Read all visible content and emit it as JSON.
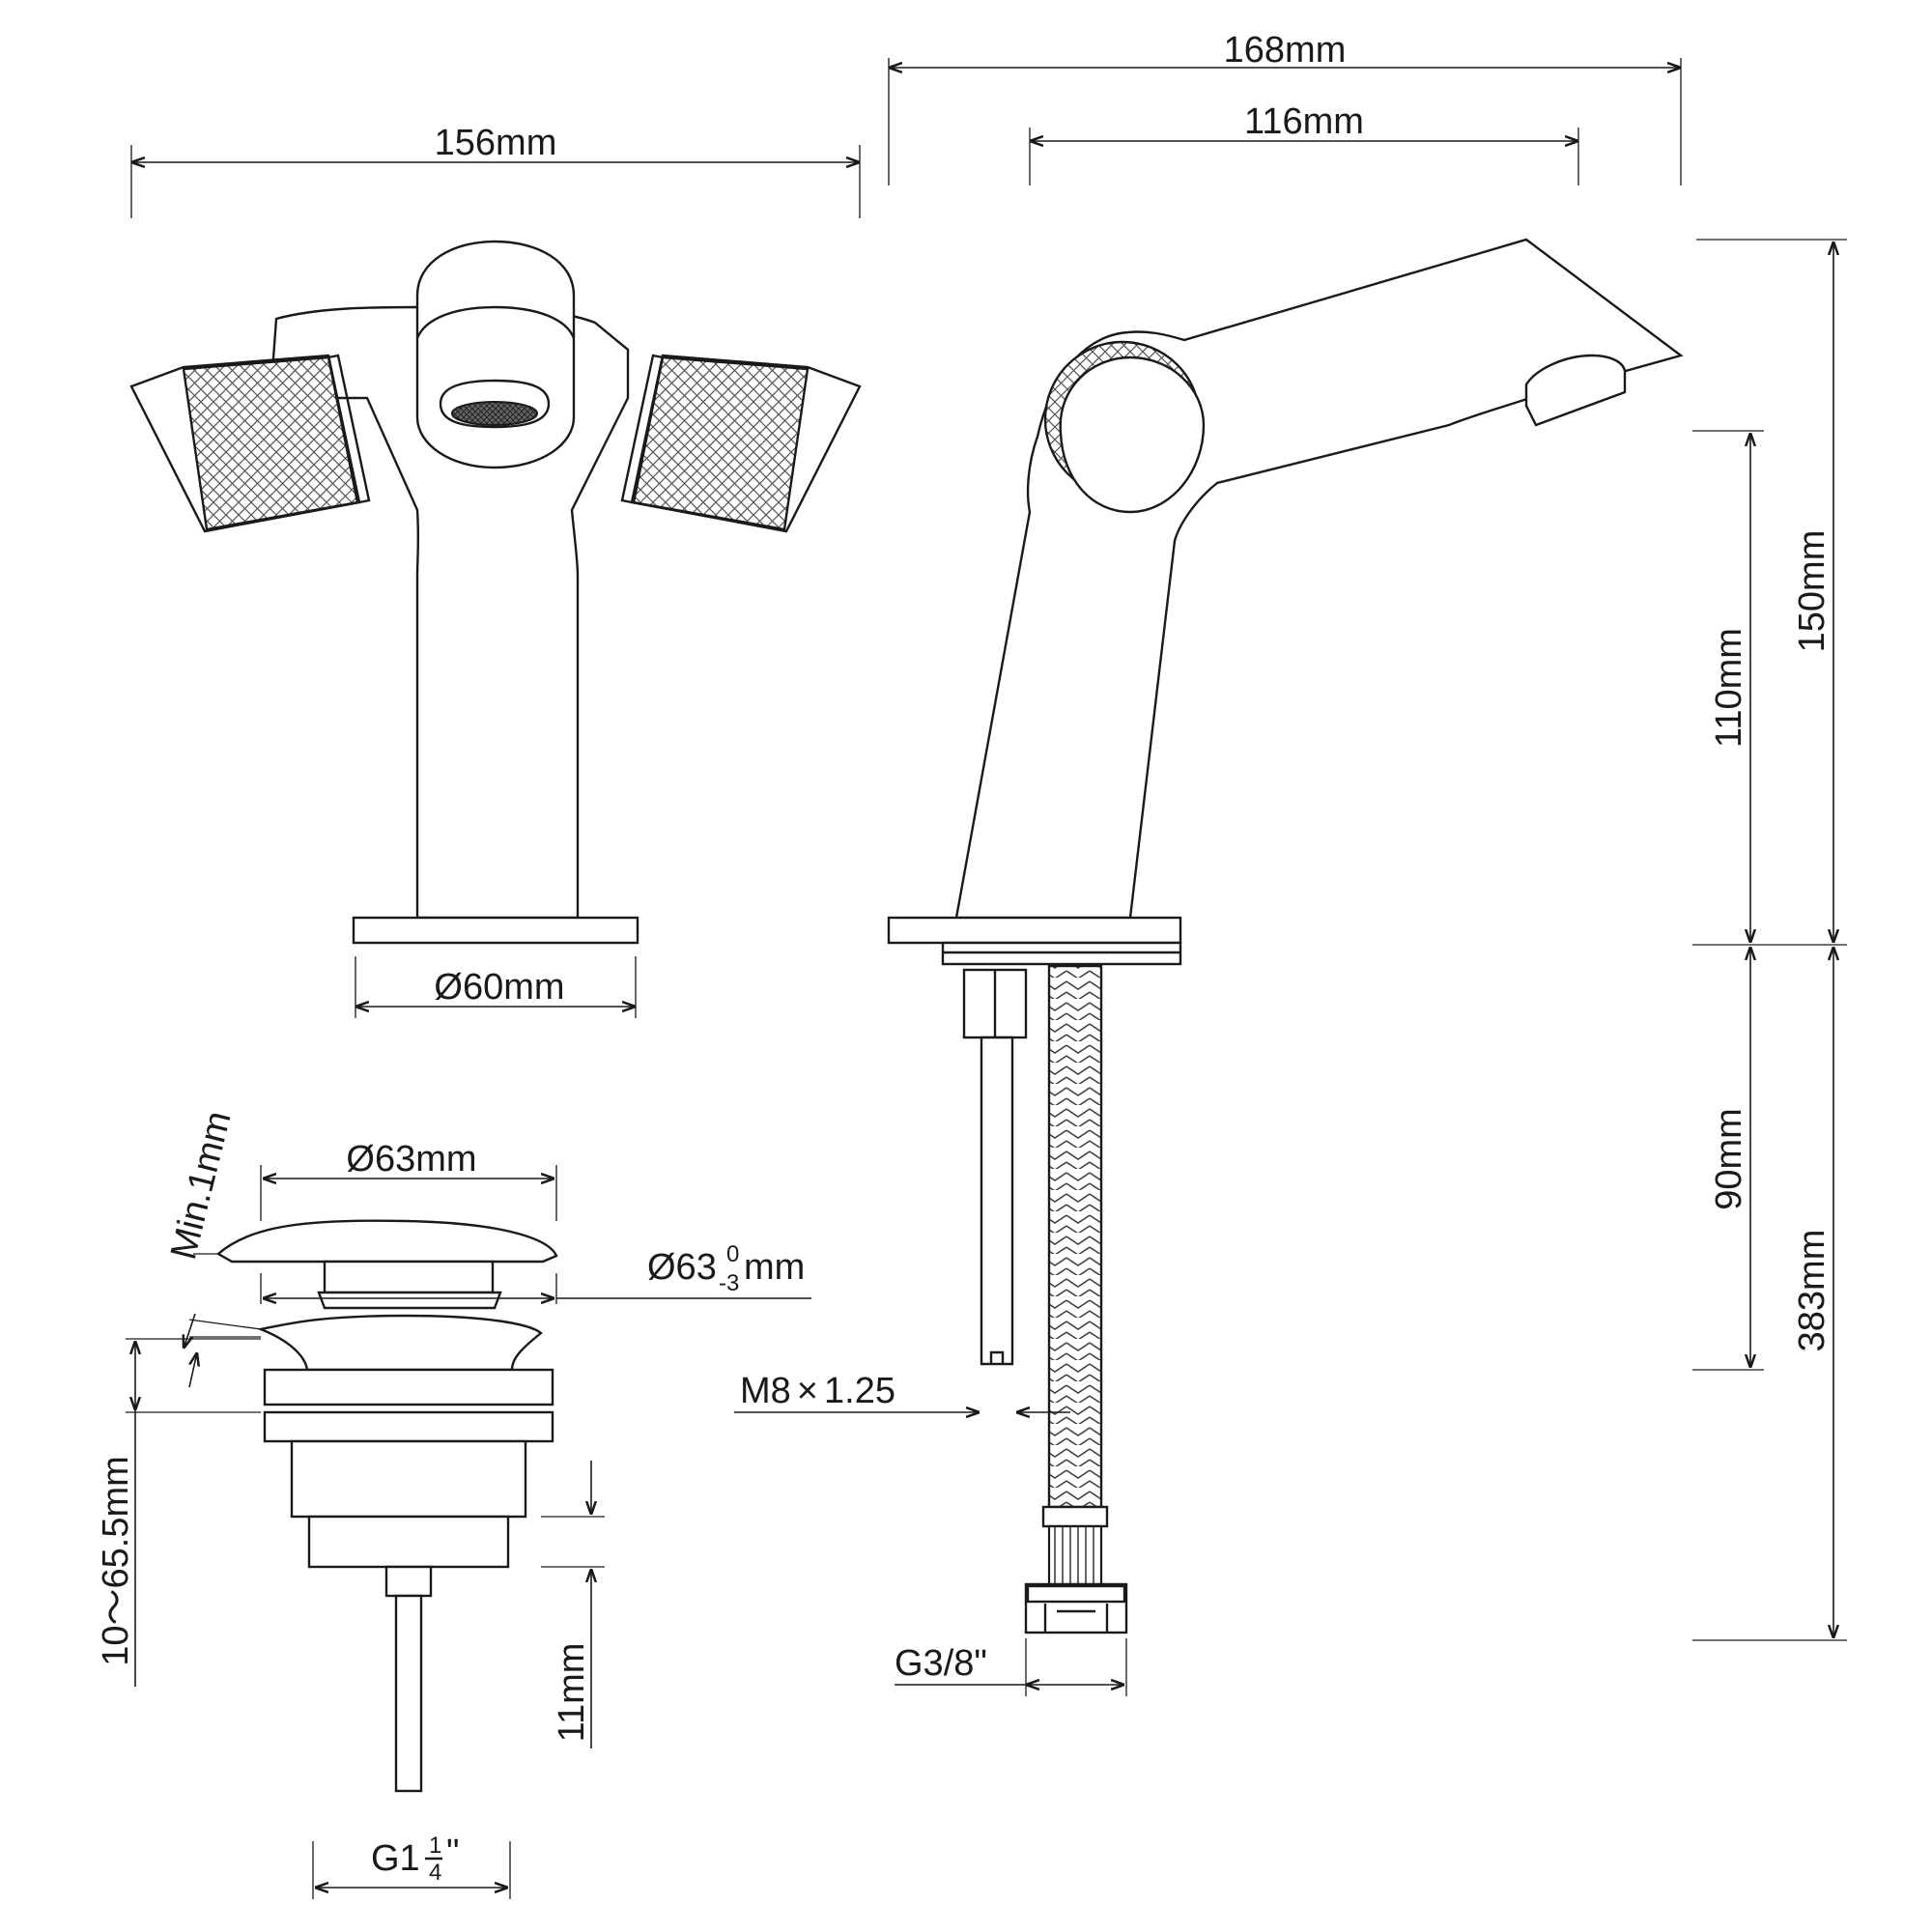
{
  "colors": {
    "line": "#1a1a1a",
    "background": "#ffffff"
  },
  "dimensions": {
    "front_width": "156mm",
    "base_diameter": "Ø60mm",
    "side_total_length": "168mm",
    "spout_reach": "116mm",
    "total_height": "150mm",
    "spout_height": "110mm",
    "shank_length": "90mm",
    "hose_length": "383mm",
    "thread_spec": "M8",
    "thread_times": "×",
    "thread_pitch": "1.25",
    "hose_connection": "G3/8\"",
    "waste_cap_diameter": "Ø63mm",
    "waste_body_diameter_base": "Ø63",
    "waste_tol_upper": "0",
    "waste_tol_lower": "-3",
    "waste_body_unit": "mm",
    "waste_gap": "Min.1mm",
    "waste_range": "10～65.5mm",
    "waste_step": "11mm",
    "waste_thread_base": "G1",
    "waste_thread_num": "1",
    "waste_thread_den": "4",
    "waste_thread_quote": "\""
  }
}
